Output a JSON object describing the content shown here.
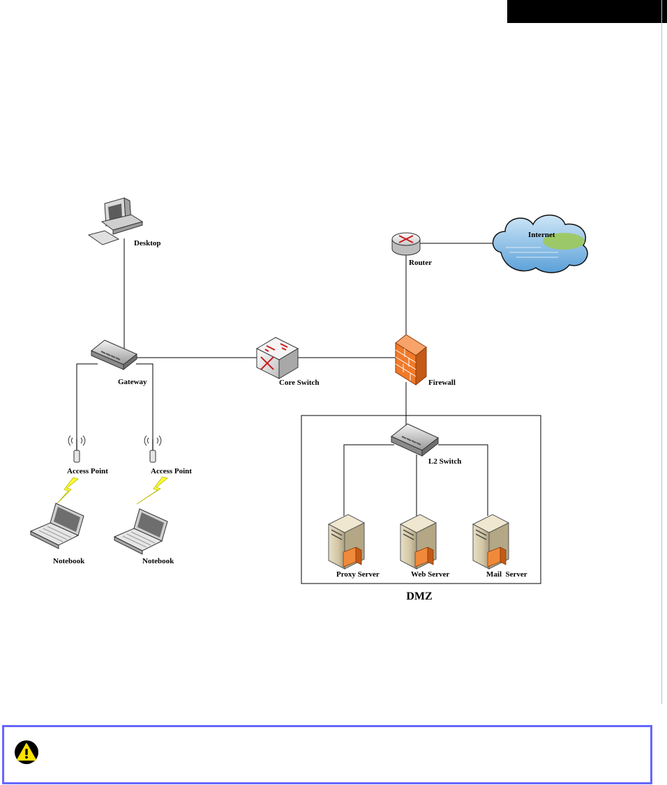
{
  "diagram": {
    "nodes": {
      "desktop": "Desktop",
      "gateway": "Gateway",
      "core_switch": "Core Switch",
      "firewall": "Firewall",
      "router": "Router",
      "internet": "Internet",
      "access_point_1": "Access Point",
      "access_point_2": "Access Point",
      "notebook_1": "Notebook",
      "notebook_2": "Notebook",
      "l2_switch": "L2 Switch",
      "proxy_server": "Proxy Server",
      "web_server": "Web Server",
      "mail_server": "Mail  Server"
    },
    "dmz_label": "DMZ"
  },
  "colors": {
    "accent_border": "#6666ff",
    "firewall_orange": "#f07a2a",
    "lightning_yellow": "#ffff33",
    "warning_yellow": "#ffe000"
  },
  "icons": [
    "desktop-icon",
    "switch-icon",
    "core-switch-icon",
    "firewall-icon",
    "router-icon",
    "cloud-icon",
    "access-point-icon",
    "lightning-icon",
    "notebook-icon",
    "server-icon",
    "warning-icon"
  ]
}
